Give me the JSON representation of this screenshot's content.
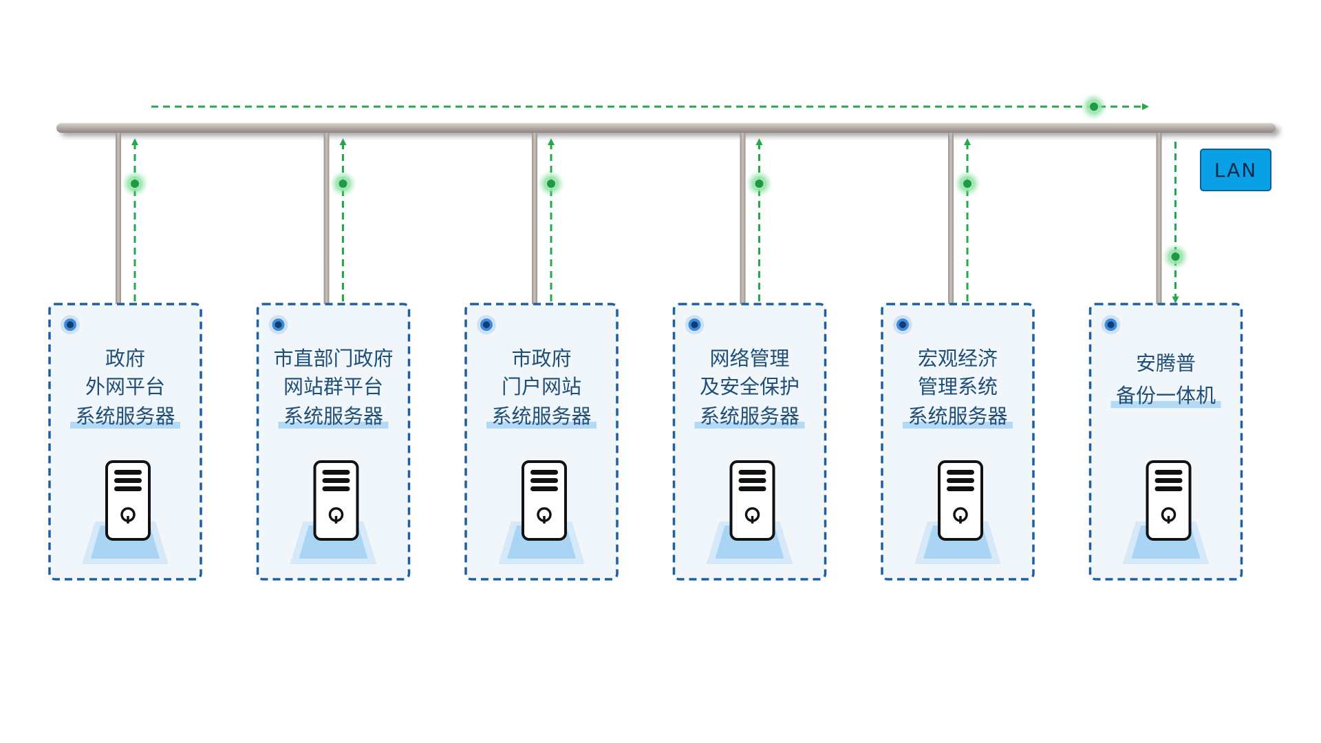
{
  "network": {
    "label": "LAN"
  },
  "colors": {
    "bus": "#b3aaa5",
    "flow": "#22a94a",
    "card_border": "#1f5fa0",
    "card_fill": "#f1f6fb",
    "highlight": "#a9d4f3",
    "lan_fill": "#0aa0e6"
  },
  "servers": [
    {
      "lines": [
        "政府",
        "外网平台",
        "系统服务器"
      ],
      "flow": "up"
    },
    {
      "lines": [
        "市直部门政府",
        "网站群平台",
        "系统服务器"
      ],
      "flow": "up"
    },
    {
      "lines": [
        "市政府",
        "门户网站",
        "系统服务器"
      ],
      "flow": "up"
    },
    {
      "lines": [
        "网络管理",
        "及安全保护",
        "系统服务器"
      ],
      "flow": "up"
    },
    {
      "lines": [
        "宏观经济",
        "管理系统",
        "系统服务器"
      ],
      "flow": "up"
    },
    {
      "lines": [
        "安腾普",
        "备份一体机"
      ],
      "flow": "down"
    }
  ],
  "icons": {
    "server": "server-tower-icon",
    "status": "status-dot-icon",
    "flow_node": "flow-node-icon"
  }
}
